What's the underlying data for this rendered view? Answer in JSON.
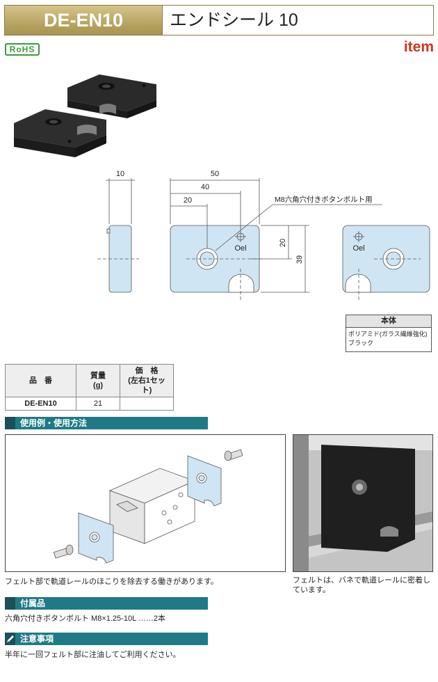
{
  "header": {
    "code": "DE-EN10",
    "name": "エンドシール 10"
  },
  "badges": {
    "rohs": "RoHS",
    "brand": "item"
  },
  "drawing": {
    "dims": {
      "thickness": "10",
      "width": "50",
      "pitch40": "40",
      "pitch20": "20",
      "height20": "20",
      "height39": "39"
    },
    "callout": "M8六角穴付きボタンボルト用",
    "marking": "Oel"
  },
  "material": {
    "header": "本体",
    "line1": "ポリアミド(ガラス繊維強化)",
    "line2": "ブラック"
  },
  "spec_table": {
    "headers": {
      "part": "品　番",
      "mass": "質量\n(g)",
      "price": "価　格\n(左右1セット)"
    },
    "rows": [
      {
        "part": "DE-EN10",
        "mass": "21",
        "price": ""
      }
    ]
  },
  "sections": {
    "usage": {
      "title": "使用例・使用方法",
      "caption_left": "フェルト部で軌道レールのほこりを除去する働きがあります。",
      "caption_right": "フェルトは、バネで軌道レールに密着しています。"
    },
    "accessory": {
      "title": "付属品",
      "text": "六角穴付きボタンボルト M8×1.25-10L ……2本"
    },
    "caution": {
      "title": "注意事項",
      "text": "半年に一回フェルト部に注油してご利用ください。"
    }
  },
  "colors": {
    "header_gold": "#bba766",
    "section_teal": "#1f7a86",
    "part_blue": "#cfe5f3",
    "brand_red": "#d6321f",
    "rohs_green": "#3a9a3a"
  }
}
